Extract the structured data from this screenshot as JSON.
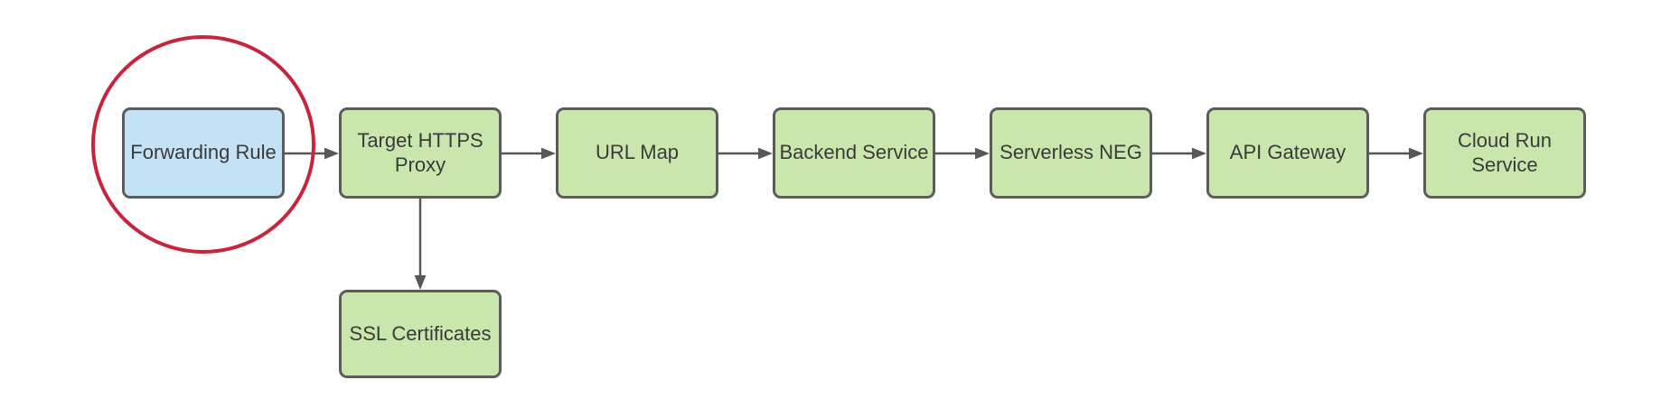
{
  "diagram": {
    "nodes": [
      {
        "id": "forwarding-rule",
        "label": "Forwarding Rule",
        "fill": "#c4e2f5",
        "highlighted": true
      },
      {
        "id": "target-https-proxy",
        "label": "Target HTTPS Proxy",
        "fill": "#c9e7ad",
        "highlighted": false
      },
      {
        "id": "url-map",
        "label": "URL Map",
        "fill": "#c9e7ad",
        "highlighted": false
      },
      {
        "id": "backend-service",
        "label": "Backend Service",
        "fill": "#c9e7ad",
        "highlighted": false
      },
      {
        "id": "serverless-neg",
        "label": "Serverless NEG",
        "fill": "#c9e7ad",
        "highlighted": false
      },
      {
        "id": "api-gateway",
        "label": "API Gateway",
        "fill": "#c9e7ad",
        "highlighted": false
      },
      {
        "id": "cloud-run-service",
        "label": "Cloud Run Service",
        "fill": "#c9e7ad",
        "highlighted": false
      },
      {
        "id": "ssl-certificates",
        "label": "SSL Certificates",
        "fill": "#c9e7ad",
        "highlighted": false
      }
    ],
    "edges": [
      {
        "from": "forwarding-rule",
        "to": "target-https-proxy",
        "direction": "right"
      },
      {
        "from": "target-https-proxy",
        "to": "url-map",
        "direction": "right"
      },
      {
        "from": "url-map",
        "to": "backend-service",
        "direction": "right"
      },
      {
        "from": "backend-service",
        "to": "serverless-neg",
        "direction": "right"
      },
      {
        "from": "serverless-neg",
        "to": "api-gateway",
        "direction": "right"
      },
      {
        "from": "api-gateway",
        "to": "cloud-run-service",
        "direction": "right"
      },
      {
        "from": "target-https-proxy",
        "to": "ssl-certificates",
        "direction": "down"
      }
    ],
    "annotation": {
      "shape": "ellipse",
      "target": "forwarding-rule",
      "color": "#c8243b"
    }
  },
  "colors": {
    "background": "#ffffff",
    "node_green": "#c9e7ad",
    "node_blue": "#c4e2f5",
    "node_border": "#5c5c5c",
    "arrow": "#575757",
    "text": "#3a3a3a",
    "highlight": "#c8243b"
  }
}
